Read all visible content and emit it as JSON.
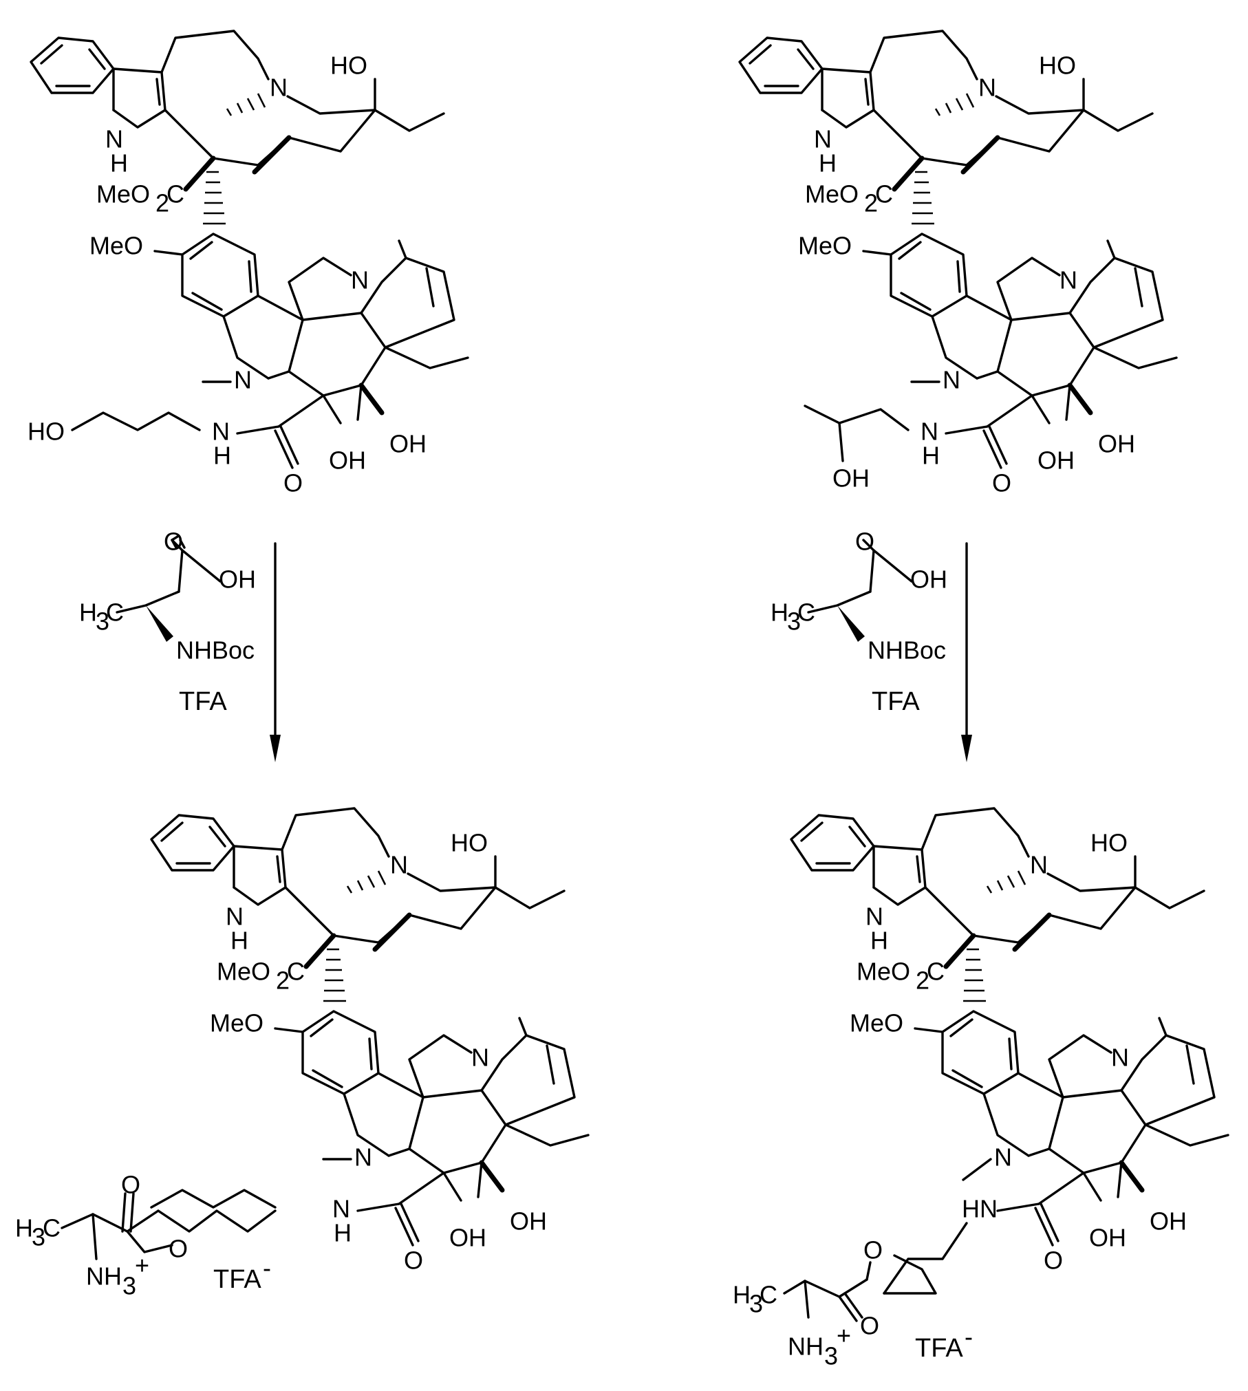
{
  "labels": {
    "ho": "HO",
    "oh": "OH",
    "n": "N",
    "h": "H",
    "o": "O",
    "meo": "MeO",
    "meo2c_a": "MeO",
    "meo2c_sub": "2",
    "meo2c_b": "C",
    "h3c_a": "H",
    "h3c_sub": "3",
    "h3c_b": "C",
    "hn": "HN",
    "nhboc": "NHBoc",
    "nh3_a": "NH",
    "nh3_sub": "3",
    "nh3_sup": "+",
    "tfa_anion": "TFA",
    "tfa_anion_sup": "-"
  },
  "reagents": {
    "left": "TFA",
    "right": "TFA"
  }
}
